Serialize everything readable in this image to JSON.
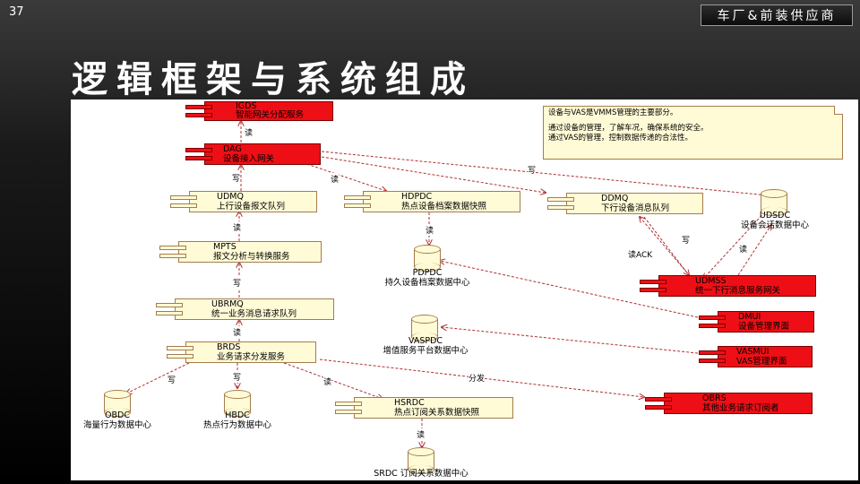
{
  "slide_number": "37",
  "brand": "车厂&前装供应商",
  "title": "逻辑框架与系统组成",
  "note": {
    "line1": "设备与VAS是VMMS管理的主要部分。",
    "line2": "通过设备的管理，了解车况，确保系统的安全。",
    "line3": "通过VAS的管理，控制数据传递的合法性。"
  },
  "components": {
    "igds": {
      "code": "IGDS",
      "name": "智能网关分配服务"
    },
    "dag": {
      "code": "DAG",
      "name": "设备接入网关"
    },
    "udmq": {
      "code": "UDMQ",
      "name": "上行设备报文队列"
    },
    "hdpdc": {
      "code": "HDPDC",
      "name": "热点设备档案数据快照"
    },
    "ddmq": {
      "code": "DDMQ",
      "name": "下行设备消息队列"
    },
    "mpts": {
      "code": "MPTS",
      "name": "报文分析与转换服务"
    },
    "udmss": {
      "code": "UDMSS",
      "name": "统一下行消息服务网关"
    },
    "ubrmq": {
      "code": "UBRMQ",
      "name": "统一业务消息请求队列"
    },
    "dmui": {
      "code": "DMUI",
      "name": "设备管理界面"
    },
    "brds": {
      "code": "BRDS",
      "name": "业务请求分发服务"
    },
    "vasmui": {
      "code": "VASMUI",
      "name": "VAS管理界面"
    },
    "hsrdc": {
      "code": "HSRDC",
      "name": "热点订阅关系数据快照"
    },
    "obrs": {
      "code": "OBRS",
      "name": "其他业务请求订阅者"
    }
  },
  "stores": {
    "udsdc": {
      "code": "UDSDC",
      "name": "设备会话数据中心"
    },
    "pdpdc": {
      "code": "PDPDC",
      "name": "持久设备档案数据中心"
    },
    "vaspdc": {
      "code": "VASPDC",
      "name": "增值服务平台数据中心"
    },
    "obdc": {
      "code": "OBDC",
      "name": "海量行为数据中心"
    },
    "hbdc": {
      "code": "HBDC",
      "name": "热点行为数据中心"
    },
    "srdc": {
      "label": "SRDC 订阅关系数据中心"
    }
  },
  "edge_labels": {
    "read": "读",
    "write": "写",
    "read_ack": "读ACK",
    "dispatch": "分发"
  },
  "colors": {
    "component_fill": "#fffbd6",
    "external_fill": "#ee0f16",
    "edge": "#b03030"
  }
}
